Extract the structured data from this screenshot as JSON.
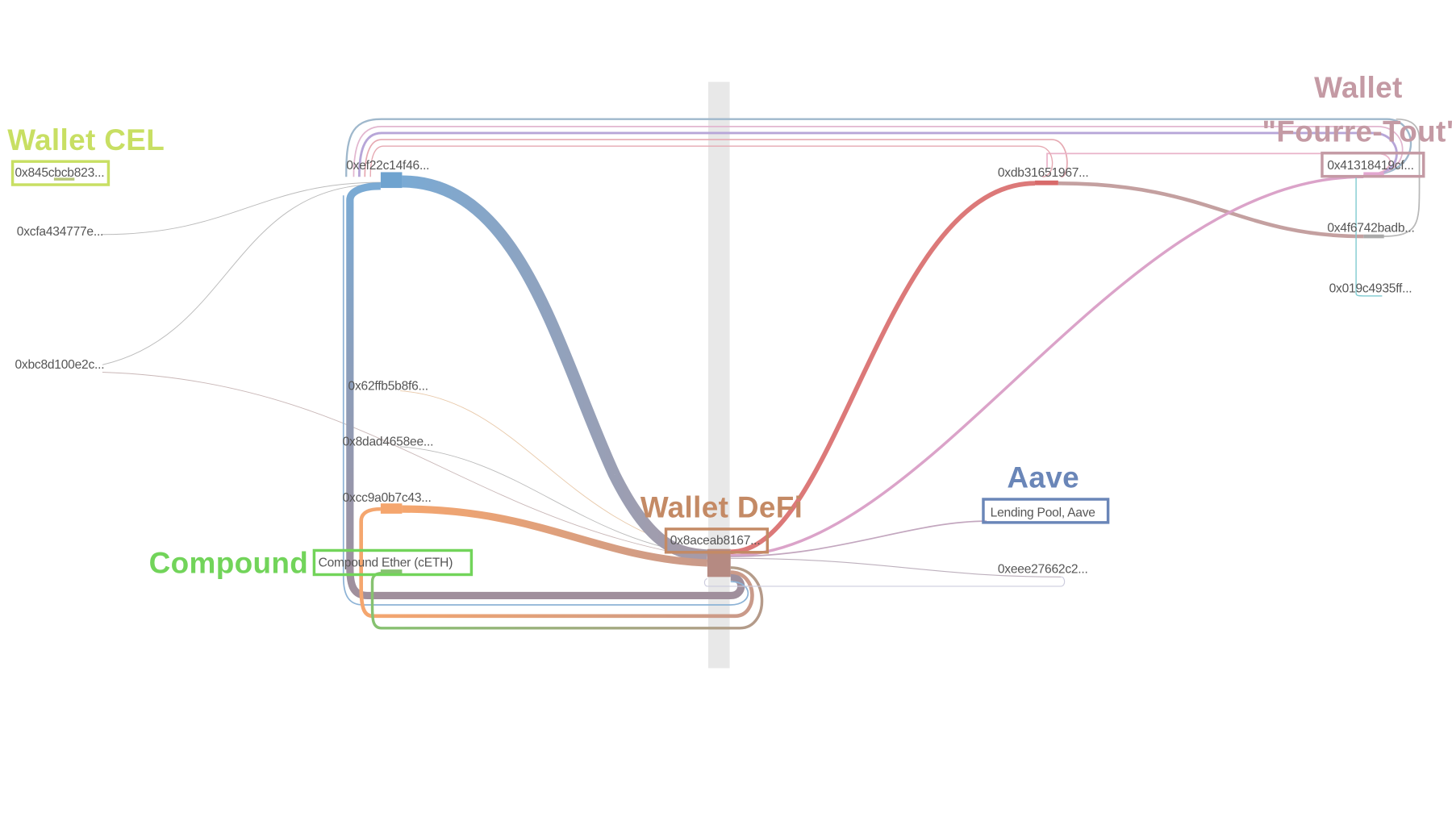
{
  "groups": {
    "wallet_cel": {
      "title": "Wallet CEL",
      "color": "#c8df63"
    },
    "compound": {
      "title": "Compound",
      "color": "#72d45a"
    },
    "wallet_defi": {
      "title": "Wallet DeFi",
      "color": "#c48a65"
    },
    "aave": {
      "title": "Aave",
      "color": "#6a86b8"
    },
    "wallet_fourre_tout": {
      "title_line1": "Wallet",
      "title_line2": "\"Fourre-Tout\"",
      "color": "#c49aa4"
    }
  },
  "nodes": {
    "n845": "0x845cbcb823...",
    "ncfa": "0xcfa434777e...",
    "nbc8": "0xbc8d100e2c...",
    "nef2": "0xef22c14f46...",
    "n62f": "0x62ffb5b8f6...",
    "n8da": "0x8dad4658ee...",
    "ncc9": "0xcc9a0b7c43...",
    "ceth": "Compound Ether (cETH)",
    "n8ac": "0x8aceab8167...",
    "aave": "Lending Pool, Aave",
    "neee": "0xeee27662c2...",
    "ndb3": "0xdb31651967...",
    "n413": "0x41318419cf...",
    "n4f6": "0x4f6742badb...",
    "n019": "0x019c4935ff..."
  },
  "colors": {
    "blue_flow": "#7aaad4",
    "orange_flow": "#f5a66e",
    "green_flow": "#86c270",
    "red_flow": "#d86a6a",
    "pink_flow": "#dba3c9",
    "defi_node": "#b58a82"
  }
}
